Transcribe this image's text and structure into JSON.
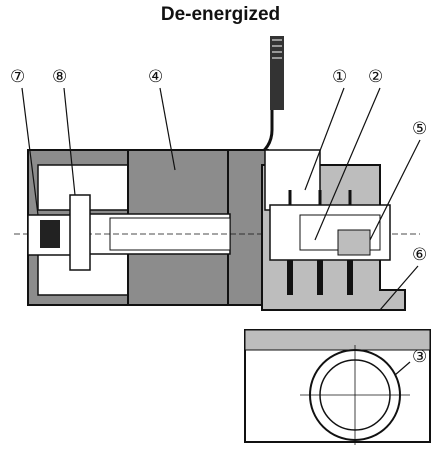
{
  "title": "De-energized",
  "callouts": [
    {
      "id": "c7",
      "label": "⑦"
    },
    {
      "id": "c8",
      "label": "⑧"
    },
    {
      "id": "c4",
      "label": "④"
    },
    {
      "id": "c1",
      "label": "①"
    },
    {
      "id": "c2",
      "label": "②"
    },
    {
      "id": "c5",
      "label": "⑤"
    },
    {
      "id": "c6",
      "label": "⑥"
    },
    {
      "id": "c3",
      "label": "③"
    }
  ],
  "colors": {
    "body_gray": "#8c8c8c",
    "light_gray": "#bdbdbd",
    "outline": "#111111",
    "background": "#ffffff"
  }
}
